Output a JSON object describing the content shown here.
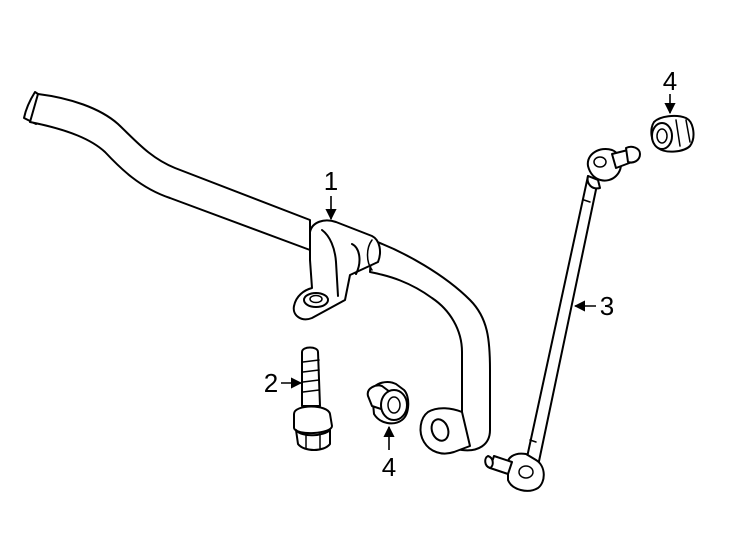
{
  "callouts": {
    "c1": "1",
    "c2": "2",
    "c3": "3",
    "c4_top": "4",
    "c4_bottom": "4"
  },
  "parts": [
    {
      "callout": "1",
      "name": "stabilizer-bar"
    },
    {
      "callout": "2",
      "name": "bolt"
    },
    {
      "callout": "3",
      "name": "stabilizer-link"
    },
    {
      "callout": "4",
      "name": "nut"
    }
  ],
  "colors": {
    "line": "#000000",
    "background": "#ffffff"
  }
}
